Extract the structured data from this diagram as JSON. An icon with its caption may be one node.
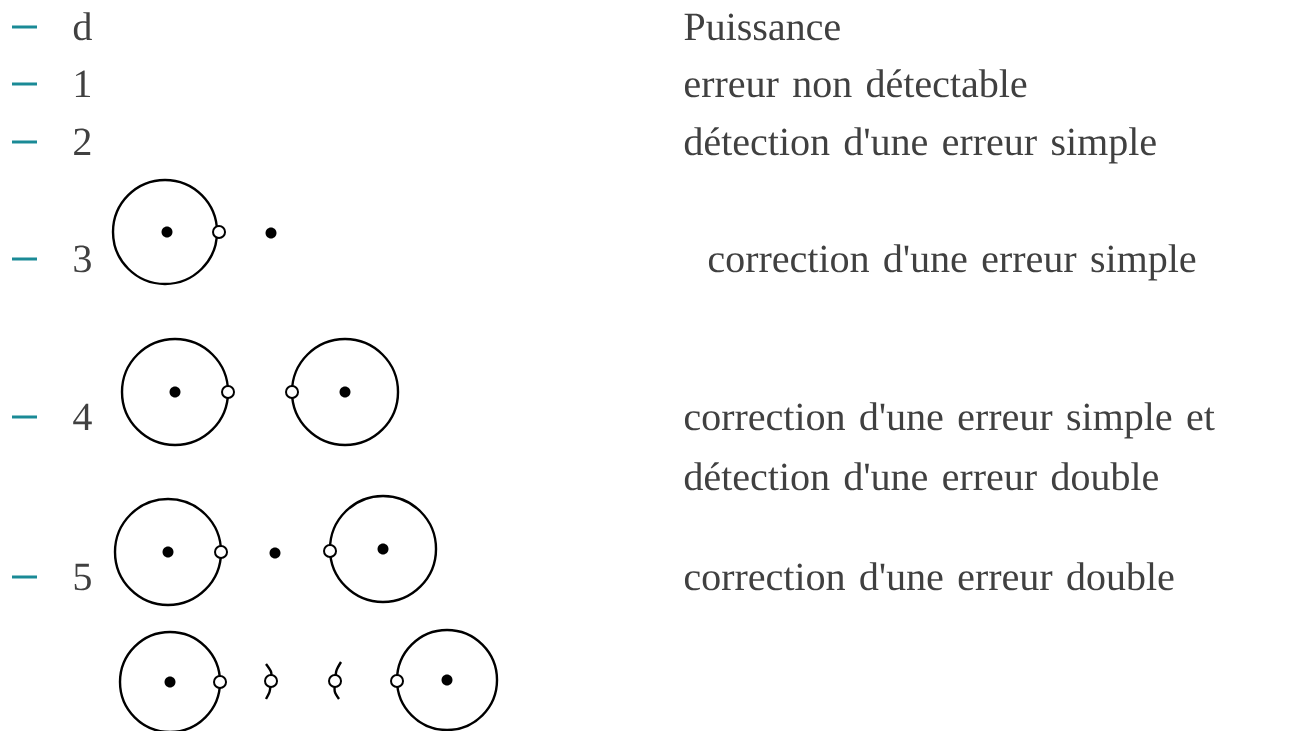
{
  "diagram": {
    "labels": [
      "d",
      "Puissance",
      "1",
      "erreur non détectable",
      "2",
      "détection d'une erreur simple",
      "3",
      "correction d'une erreur simple",
      "4",
      "correction d'une erreur simple et détection d'une erreur double",
      "5",
      "correction d'une erreur double"
    ]
  }
}
